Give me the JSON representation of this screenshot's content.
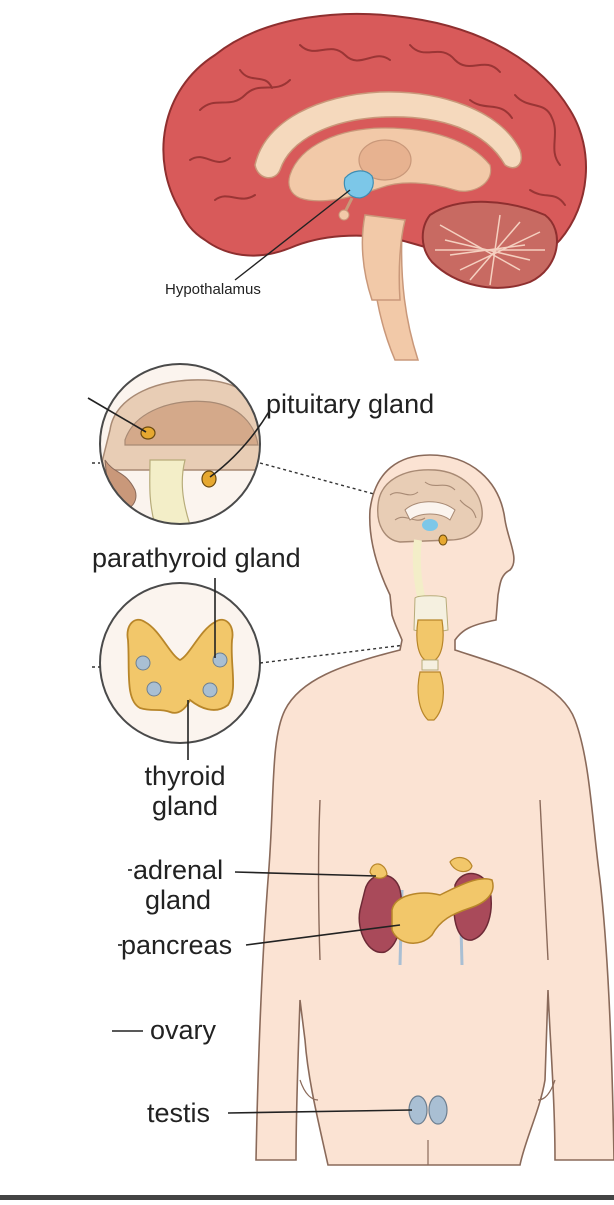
{
  "labels": {
    "hypothalamus": "Hypothalamus",
    "pituitary": "pituitary gland",
    "parathyroid": "parathyroid gland",
    "thyroid_line1": "thyroid",
    "thyroid_line2": "gland",
    "adrenal_line1": "adrenal",
    "adrenal_line2": "gland",
    "pancreas": "pancreas",
    "ovary": "ovary",
    "testis": "testis"
  },
  "colors": {
    "brain_cortex": "#d85a5a",
    "brain_inner": "#f2c9a8",
    "hypothalamus": "#7cc7e8",
    "skin": "#fbe3d3",
    "skin_outline": "#8a6a5a",
    "gland": "#f2c76a",
    "gland_outline": "#b8862a",
    "kidney": "#a94a5a",
    "testis": "#a9bfd3",
    "leader": "#222222"
  }
}
